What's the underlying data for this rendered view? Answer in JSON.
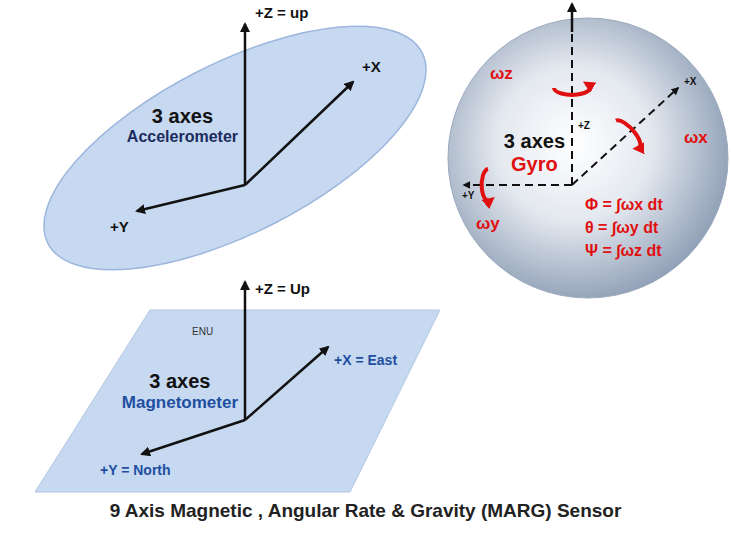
{
  "diagram": {
    "caption": "9 Axis Magnetic , Angular Rate & Gravity (MARG) Sensor",
    "nodes": [
      {
        "text": [
          "3 axes",
          "Accelerometer"
        ]
      },
      {
        "text": [
          "3 axes",
          "Gyro"
        ]
      },
      {
        "text": [
          "3 axes",
          "Magnetometer"
        ]
      }
    ],
    "labels": [
      "+Z = up",
      "+X",
      "+Y",
      "+Z",
      "+X",
      "+Y",
      "ωz",
      "ωx",
      "ωy",
      "Φ = ∫ωx dt",
      "θ = ∫ωy dt",
      "Ψ = ∫ωz dt",
      "ENU",
      "+Z = Up",
      "+X = East",
      "+Y = North"
    ]
  }
}
